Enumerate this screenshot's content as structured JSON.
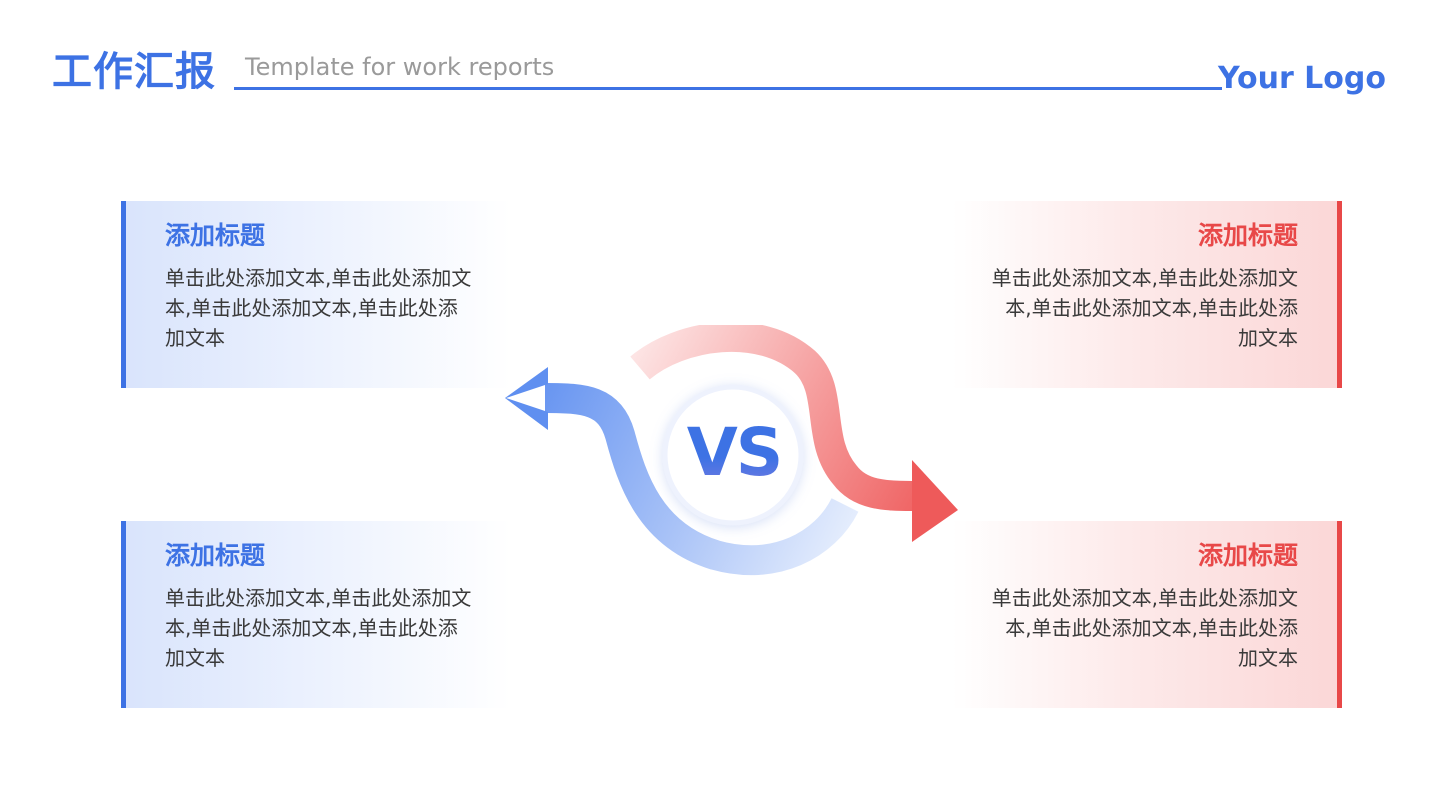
{
  "header": {
    "title": "工作汇报",
    "subtitle": "Template for work reports",
    "logo": "Your Logo"
  },
  "center": {
    "label": "VS"
  },
  "cards": [
    {
      "title": "添加标题",
      "body": "单击此处添加文本,单击此处添加文本,单击此处添加文本,单击此处添加文本"
    },
    {
      "title": "添加标题",
      "body": "单击此处添加文本,单击此处添加文本,单击此处添加文本,单击此处添加文本"
    },
    {
      "title": "添加标题",
      "body": "单击此处添加文本,单击此处添加文本,单击此处添加文本,单击此处添加文本"
    },
    {
      "title": "添加标题",
      "body": "单击此处添加文本,单击此处添加文本,单击此处添加文本,单击此处添加文本"
    }
  ],
  "colors": {
    "blue": "#3d72e4",
    "red": "#e84848"
  }
}
